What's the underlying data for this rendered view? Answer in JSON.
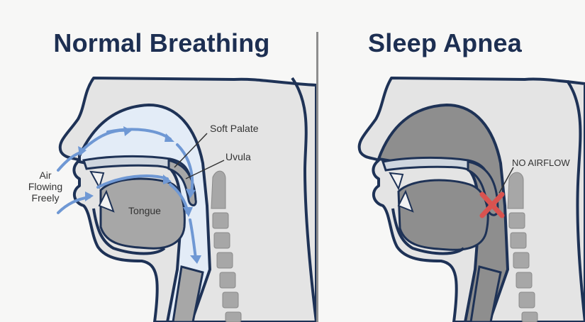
{
  "left_panel": {
    "title": "Normal Breathing",
    "labels": {
      "air": [
        "Air",
        "Flowing",
        "Freely"
      ],
      "soft_palate": "Soft Palate",
      "uvula": "Uvula",
      "tongue": "Tongue"
    }
  },
  "right_panel": {
    "title": "Sleep Apnea",
    "labels": {
      "blocked": "NO AIRFLOW"
    }
  },
  "colors": {
    "title": "#1d2f52",
    "outline": "#1e3256",
    "airway_fill": "#e3ecf7",
    "arrow": "#6f98d4",
    "tissue": "#a7a7a7",
    "head_fill": "#e2e2e2",
    "block_x": "#d9534f",
    "divider": "#8e8e8e"
  }
}
